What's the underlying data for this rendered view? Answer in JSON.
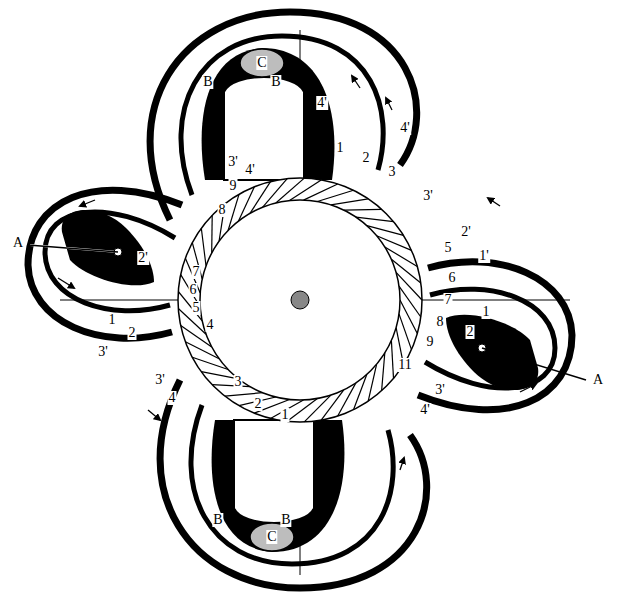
{
  "diagram": {
    "labels": [
      "A",
      "A",
      "B",
      "B",
      "C",
      "B",
      "B",
      "C",
      "1",
      "2",
      "3",
      "3'",
      "4'",
      "4'",
      "3'",
      "4'",
      "9",
      "8",
      "2'",
      "7",
      "6",
      "5",
      "4",
      "1",
      "2",
      "3'",
      "3",
      "2",
      "1",
      "3'",
      "4",
      "2'",
      "1'",
      "5",
      "6",
      "7",
      "8",
      "9",
      "11",
      "2",
      "1",
      "3'",
      "4'"
    ]
  }
}
